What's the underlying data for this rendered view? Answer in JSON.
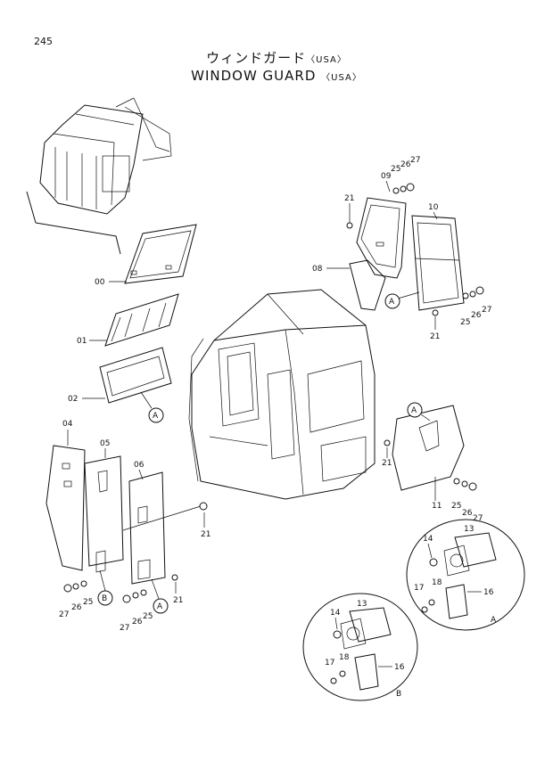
{
  "header": {
    "page_number": "245",
    "title_jp": "ウィンドガード",
    "title_jp_suffix": "〈USA〉",
    "title_en": "WINDOW GUARD",
    "title_en_suffix": "〈USA〉"
  },
  "callouts": {
    "p00": "00",
    "p01": "01",
    "p02": "02",
    "p04": "04",
    "p05": "05",
    "p06": "06",
    "p08": "08",
    "p09": "09",
    "p10": "10",
    "p11": "11",
    "p13a": "13",
    "p13b": "13",
    "p14a": "14",
    "p14b": "14",
    "p16a": "16",
    "p16b": "16",
    "p17a": "17",
    "p17b": "17",
    "p18a": "18",
    "p18b": "18",
    "p21a": "21",
    "p21b": "21",
    "p21c": "21",
    "p21d": "21",
    "p21e": "21",
    "p25a": "25",
    "p25b": "25",
    "p25c": "25",
    "p25d": "25",
    "p25e": "25",
    "p26a": "26",
    "p26b": "26",
    "p26c": "26",
    "p26d": "26",
    "p26e": "26",
    "p27a": "27",
    "p27b": "27",
    "p27c": "27",
    "p27d": "27",
    "p27e": "27"
  },
  "reference_markers": {
    "a1": "A",
    "a2": "A",
    "a3": "A",
    "a4": "A",
    "b1": "B",
    "detail_a": "A",
    "detail_b": "B"
  }
}
